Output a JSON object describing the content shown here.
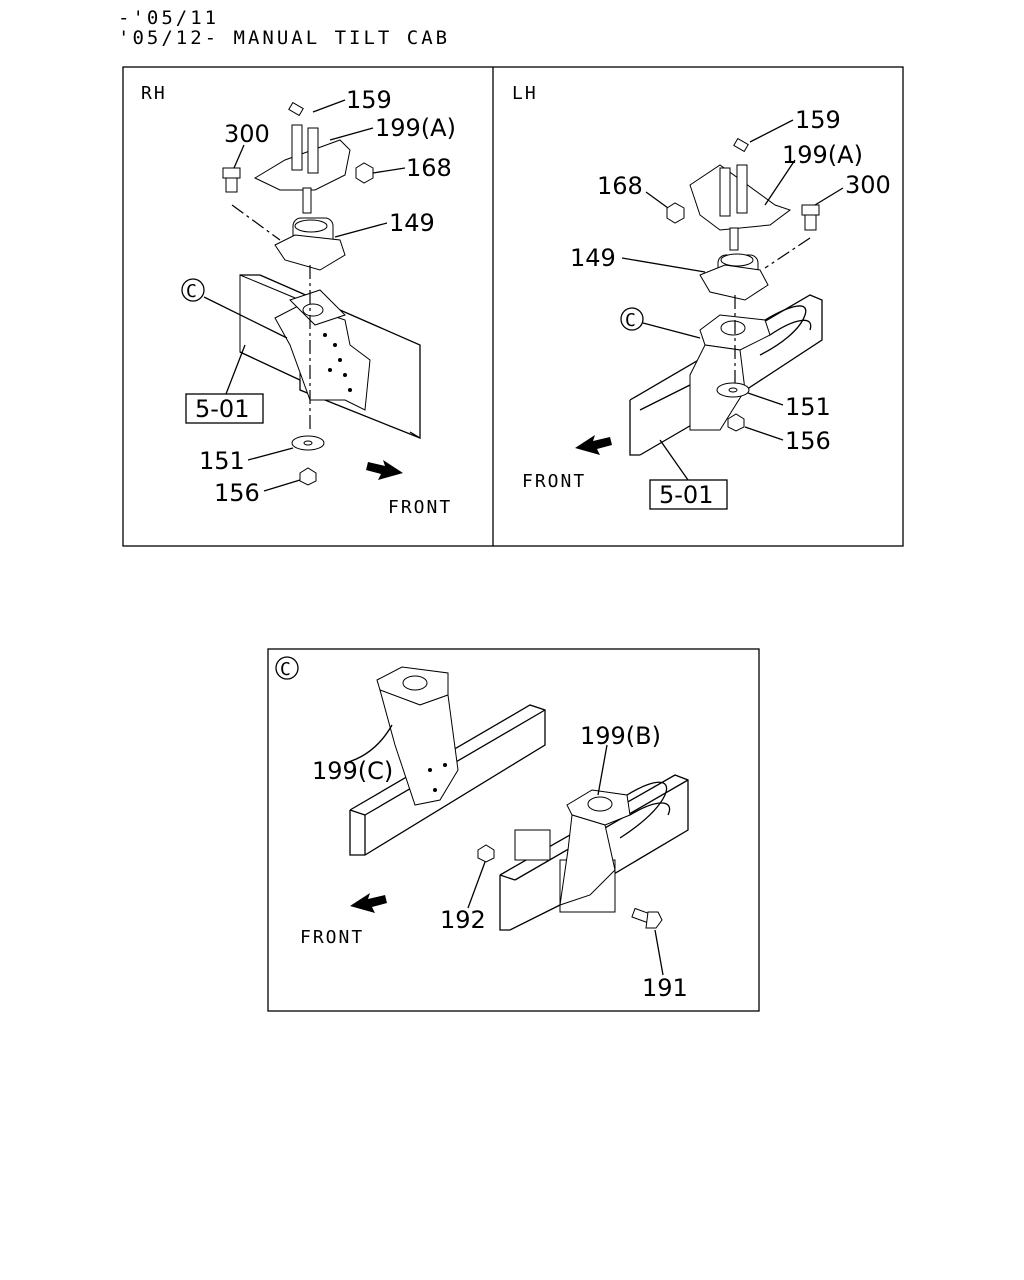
{
  "header": {
    "line1": "-'05/11",
    "line2": "'05/12- MANUAL TILT CAB"
  },
  "panels": {
    "rh": {
      "side": "RH",
      "callouts": [
        "159",
        "199(A)",
        "300",
        "168",
        "149",
        "151",
        "156"
      ],
      "ref_box": "5-01",
      "detail_marker": "C",
      "direction": "FRONT"
    },
    "lh": {
      "side": "LH",
      "callouts": [
        "159",
        "199(A)",
        "168",
        "300",
        "149",
        "151",
        "156"
      ],
      "ref_box": "5-01",
      "detail_marker": "C",
      "direction": "FRONT"
    },
    "detail": {
      "marker": "C",
      "callouts": [
        "199(C)",
        "199(B)",
        "192",
        "191"
      ],
      "direction": "FRONT"
    }
  }
}
